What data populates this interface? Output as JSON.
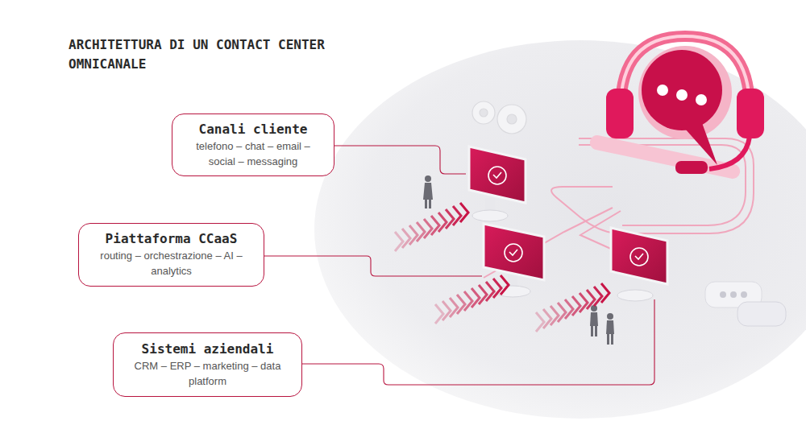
{
  "diagram": {
    "title": "ARCHITETTURA DI UN CONTACT CENTER OMNICANALE",
    "nodes": [
      {
        "text": [
          "Canali cliente",
          "telefono – chat – email – social – messaging"
        ]
      },
      {
        "text": [
          "Piattaforma CCaaS",
          "routing – orchestrazione – AI – analytics"
        ]
      },
      {
        "text": [
          "Sistemi aziendali",
          "CRM – ERP – marketing – data platform"
        ]
      }
    ]
  }
}
